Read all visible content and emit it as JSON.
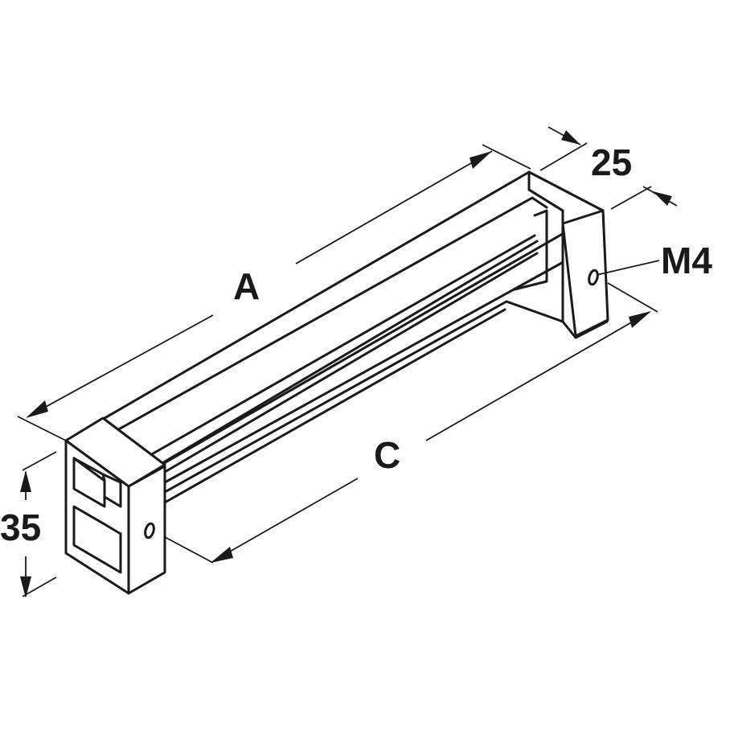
{
  "labels": {
    "length_total": "A",
    "hole_spacing": "C",
    "height": "35",
    "depth": "25",
    "thread": "M4"
  },
  "colors": {
    "line": "#1a1a1a",
    "background": "#ffffff"
  }
}
